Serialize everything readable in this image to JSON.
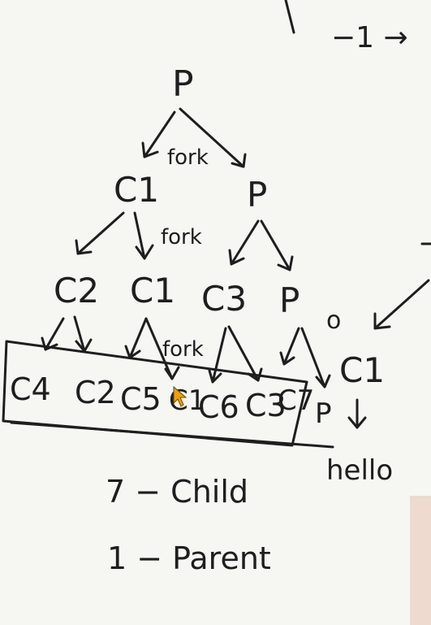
{
  "diagram": {
    "top_fragment": "−1 →",
    "root": "P",
    "fork_labels": [
      "fork",
      "fork",
      "fork"
    ],
    "level1": [
      "C1",
      "P"
    ],
    "level2": [
      "C2",
      "C1",
      "C3",
      "P"
    ],
    "boxed_row": [
      "C4",
      "C2",
      "C5",
      "C1",
      "C6",
      "C3",
      "C7",
      "P"
    ],
    "side_marks": {
      "o": "o",
      "c1": "C1"
    },
    "output": "hello",
    "summary": [
      "7 − Child",
      "1 − Parent"
    ]
  },
  "colors": {
    "ink": "#1e1e1e",
    "paper": "#f6f6f3",
    "cursor": "#f0a000"
  },
  "icons": {
    "pointer": "cursor-arrow-icon"
  }
}
